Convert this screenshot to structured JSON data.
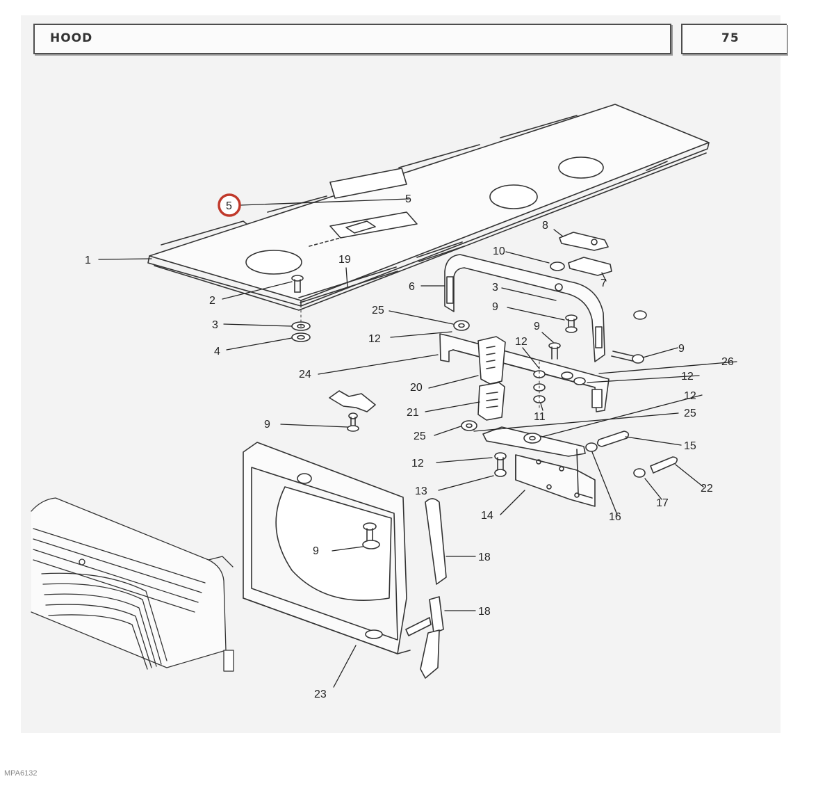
{
  "header": {
    "title": "HOOD",
    "page_number": "75"
  },
  "footer": {
    "code": "MPA6132"
  },
  "highlight_color": "#c0392b",
  "callouts": {
    "c1": "1",
    "c2": "2",
    "c3a": "3",
    "c3b": "3",
    "c4": "4",
    "c5": "5",
    "c5b": "5",
    "c6": "6",
    "c7": "7",
    "c8": "8",
    "c9a": "9",
    "c9b": "9",
    "c9c": "9",
    "c9d": "9",
    "c9e": "9",
    "c10": "10",
    "c11": "11",
    "c12a": "12",
    "c12b": "12",
    "c12c": "12",
    "c12d": "12",
    "c12e": "12",
    "c13": "13",
    "c14": "14",
    "c15": "15",
    "c16": "16",
    "c17": "17",
    "c18a": "18",
    "c18b": "18",
    "c19": "19",
    "c20": "20",
    "c21": "21",
    "c22": "22",
    "c23": "23",
    "c24": "24",
    "c25a": "25",
    "c25b": "25",
    "c25c": "25",
    "c26": "26"
  }
}
